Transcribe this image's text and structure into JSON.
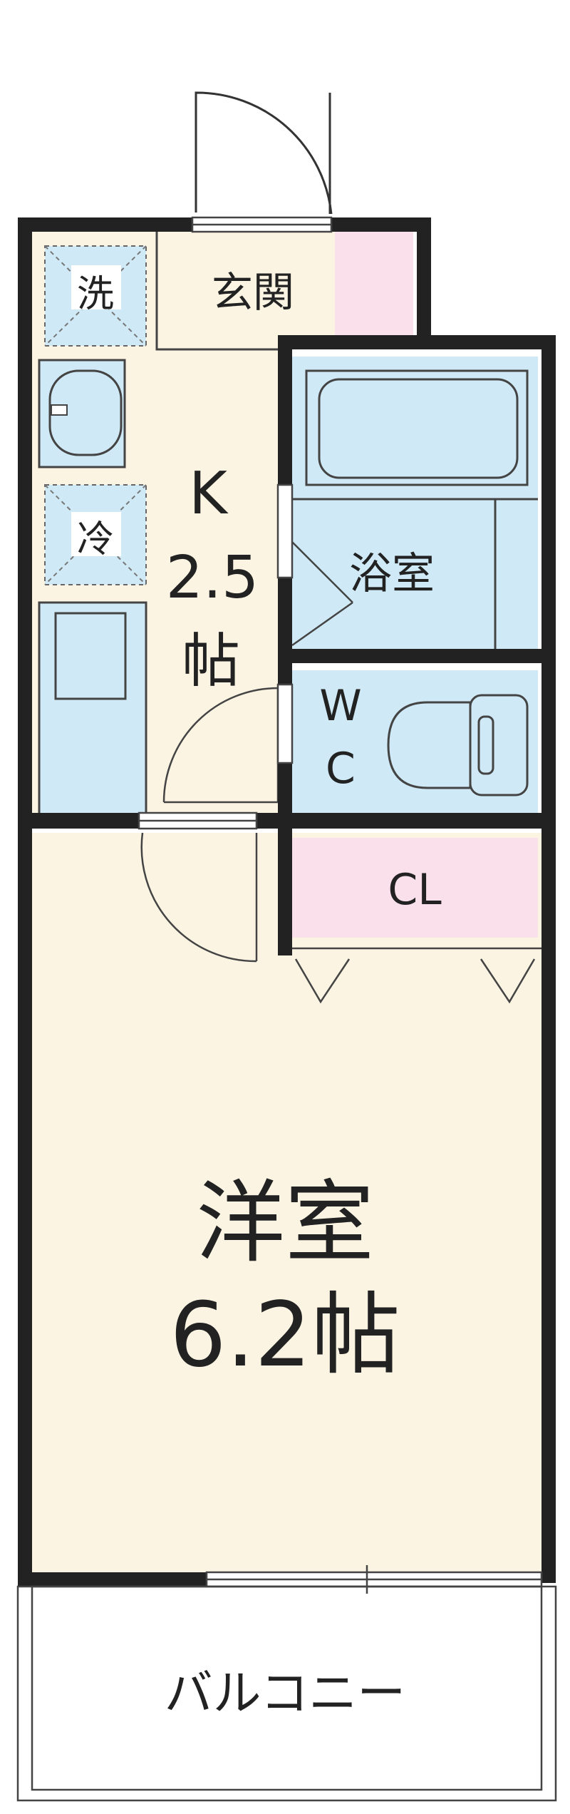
{
  "labels": {
    "entrance": "玄関",
    "washer": "洗",
    "fridge": "冷",
    "kitchen_line1": "K",
    "kitchen_line2": "2.5",
    "kitchen_line3": "帖",
    "bath": "浴室",
    "wc_line1": "W",
    "wc_line2": "C",
    "closet": "CL",
    "western_line1": "洋室",
    "western_line2": "6.2帖",
    "balcony": "バルコニー"
  },
  "colors": {
    "wall": "#222222",
    "room_floor": "#fbf4e3",
    "wet_area": "#cfeaf6",
    "entrance_mat": "#f9e0ea",
    "closet_floor": "#f9e0ea",
    "line": "#333333"
  }
}
